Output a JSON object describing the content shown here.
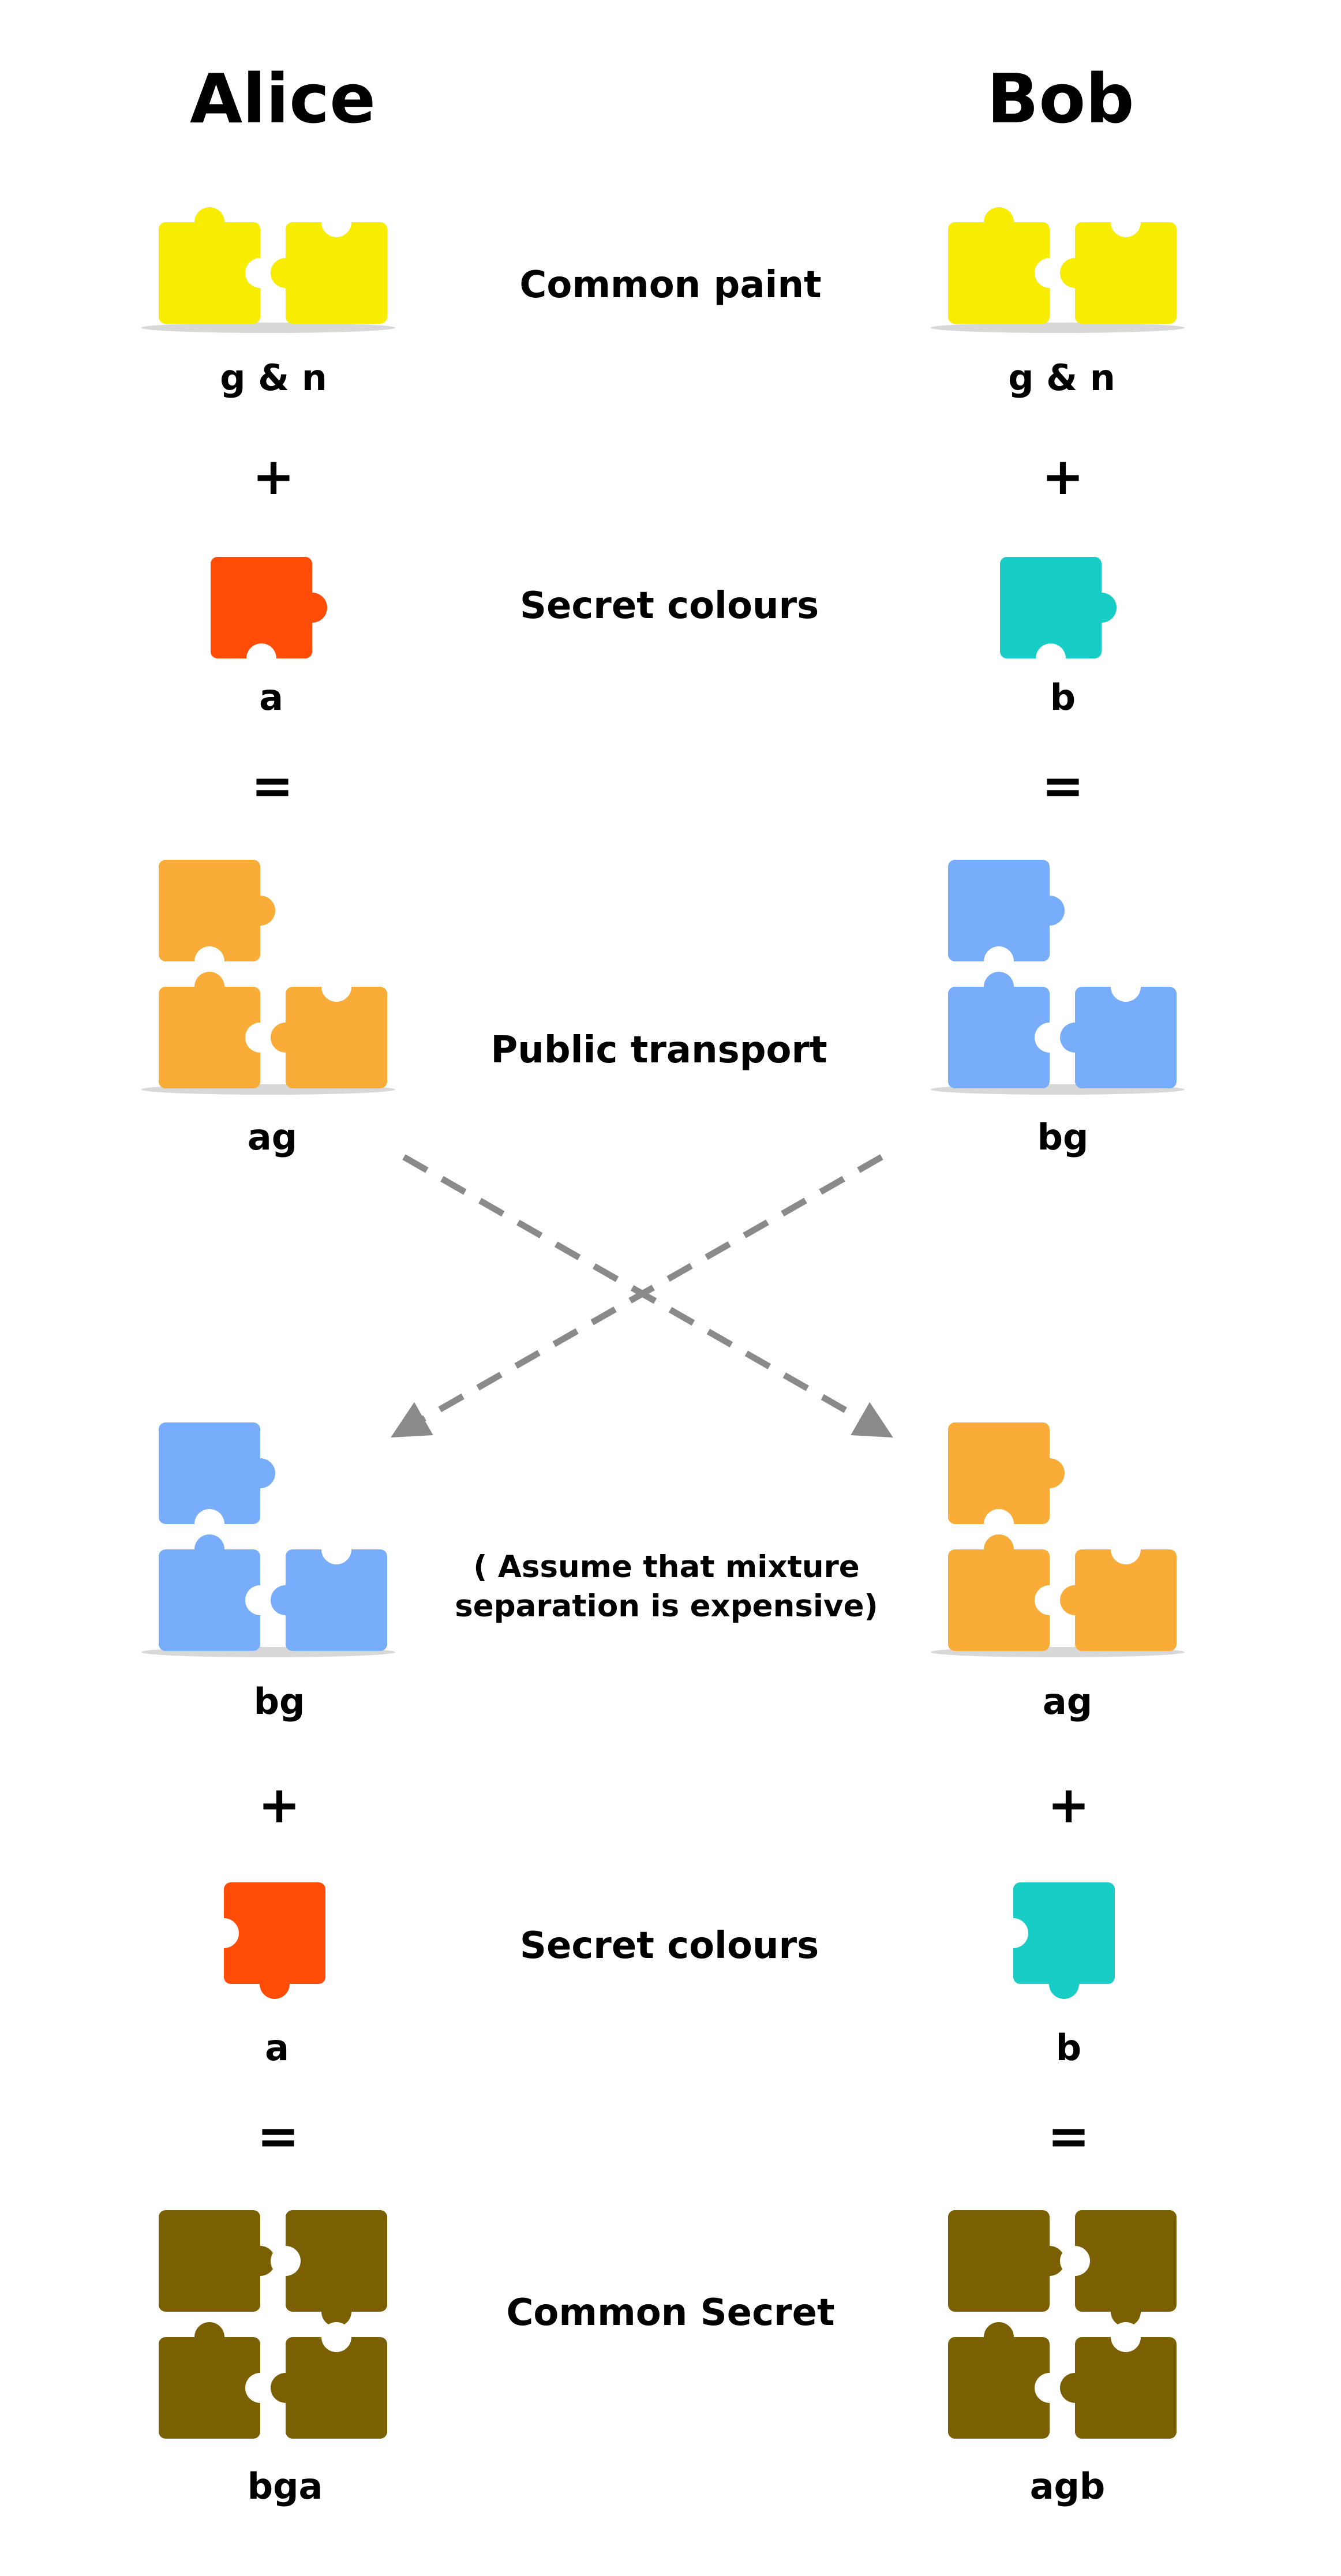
{
  "colors": {
    "paint": "#F8EC00",
    "alice_secret": "#FF4C06",
    "bob_secret": "#18CDC5",
    "alice_mix": "#F9AD38",
    "bob_mix": "#77ADFA",
    "common_secret": "#7A6003",
    "arrow": "#8A8A8A"
  },
  "headers": {
    "alice": "Alice",
    "bob": "Bob"
  },
  "steps": {
    "common_paint": "Common paint",
    "secret_colours_1": "Secret colours",
    "public_transport": "Public transport",
    "note": "( Assume that mixture separation is expensive)",
    "secret_colours_2": "Secret colours",
    "common_secret": "Common Secret"
  },
  "alice": {
    "paint_label": "g & n",
    "plus_1": "+",
    "secret_label_1": "a",
    "equals_1": "=",
    "mix_label": "ag",
    "received_label": "bg",
    "plus_2": "+",
    "secret_label_2": "a",
    "equals_2": "=",
    "result_label": "bga"
  },
  "bob": {
    "paint_label": "g & n",
    "plus_1": "+",
    "secret_label_1": "b",
    "equals_1": "=",
    "mix_label": "bg",
    "received_label": "ag",
    "plus_2": "+",
    "secret_label_2": "b",
    "equals_2": "=",
    "result_label": "agb"
  }
}
